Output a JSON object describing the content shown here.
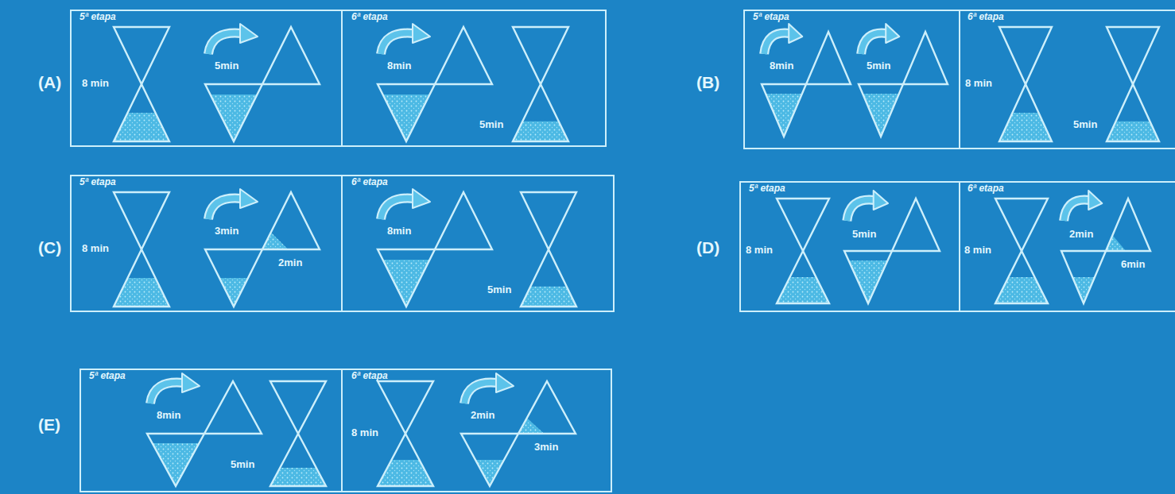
{
  "diagram": {
    "nodes": [
      {
        "text": [
          "(A)"
        ]
      },
      {
        "text": [
          "5ª etapa",
          "8 min",
          "5min"
        ],
        "in": 0
      },
      {
        "text": [
          "6ª etapa",
          "8min",
          "5min"
        ],
        "in": 0
      },
      {
        "text": [
          "(B)"
        ]
      },
      {
        "text": [
          "5ª etapa",
          "8min",
          "5min"
        ],
        "in": 3
      },
      {
        "text": [
          "6ª etapa",
          "8 min",
          "5min"
        ],
        "in": 3
      },
      {
        "text": [
          "(C)"
        ]
      },
      {
        "text": [
          "5ª etapa",
          "8 min",
          "3min",
          "2min"
        ],
        "in": 6
      },
      {
        "text": [
          "6ª etapa",
          "8min",
          "5min"
        ],
        "in": 6
      },
      {
        "text": [
          "(D)"
        ]
      },
      {
        "text": [
          "5ª etapa",
          "8 min",
          "5min"
        ],
        "in": 9
      },
      {
        "text": [
          "6ª etapa",
          "8 min",
          "2min",
          "6min"
        ],
        "in": 9
      },
      {
        "text": [
          "(E)"
        ]
      },
      {
        "text": [
          "5ª etapa",
          "8min",
          "5min"
        ],
        "in": 12
      },
      {
        "text": [
          "6ª etapa",
          "8 min",
          "2min",
          "3min"
        ],
        "in": 12
      }
    ]
  }
}
